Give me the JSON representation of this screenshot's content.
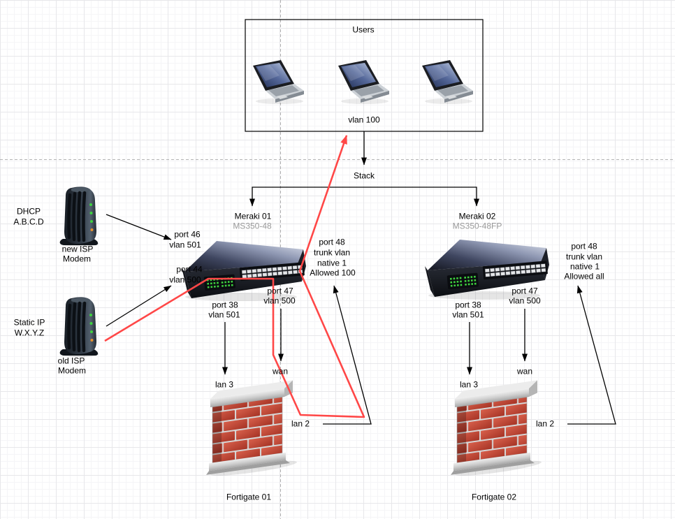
{
  "colors": {
    "connector_black": "#000000",
    "connector_red": "#ff4747",
    "secondary_text": "#999999",
    "led_green": "#3ed23e",
    "led_orange": "#e5902e",
    "brick_red": "#c44836"
  },
  "icons": {
    "laptop": "laptop-icon",
    "switch": "rack-switch-icon",
    "modem": "isp-modem-icon",
    "firewall": "brick-firewall-icon"
  },
  "users_group": {
    "title": "Users",
    "vlan_label": "vlan 100",
    "laptop_count": 3
  },
  "stack": {
    "label": "Stack"
  },
  "switches": [
    {
      "id": "meraki-01",
      "name": "Meraki 01",
      "model": "MS350-48",
      "ports": {
        "port46": [
          "port 46",
          "vlan 501"
        ],
        "port44": [
          "port 44",
          "vlan 500"
        ],
        "port38": [
          "port 38",
          "vlan 501"
        ],
        "port47": [
          "port 47",
          "vlan 500"
        ],
        "port48": [
          "port 48",
          "trunk vlan",
          "native 1",
          "Allowed 100"
        ]
      }
    },
    {
      "id": "meraki-02",
      "name": "Meraki 02",
      "model": "MS350-48FP",
      "ports": {
        "port38": [
          "port 38",
          "vlan 501"
        ],
        "port47": [
          "port 47",
          "vlan 500"
        ],
        "port48": [
          "port 48",
          "trunk vlan",
          "native 1",
          "Allowed all"
        ]
      }
    }
  ],
  "modems": [
    {
      "id": "new-isp-modem",
      "info_lines": [
        "DHCP",
        "A.B.C.D"
      ],
      "caption_lines": [
        "new ISP",
        "Modem"
      ]
    },
    {
      "id": "old-isp-modem",
      "info_lines": [
        "Static IP",
        "W.X.Y.Z"
      ],
      "caption_lines": [
        "old ISP",
        "Modem"
      ]
    }
  ],
  "firewalls": [
    {
      "id": "fortigate-01",
      "name": "Fortigate 01",
      "interfaces": {
        "lan3": "lan 3",
        "wan": "wan",
        "lan2": "lan 2"
      }
    },
    {
      "id": "fortigate-02",
      "name": "Fortigate 02",
      "interfaces": {
        "lan3": "lan 3",
        "wan": "wan",
        "lan2": "lan 2"
      }
    }
  ]
}
